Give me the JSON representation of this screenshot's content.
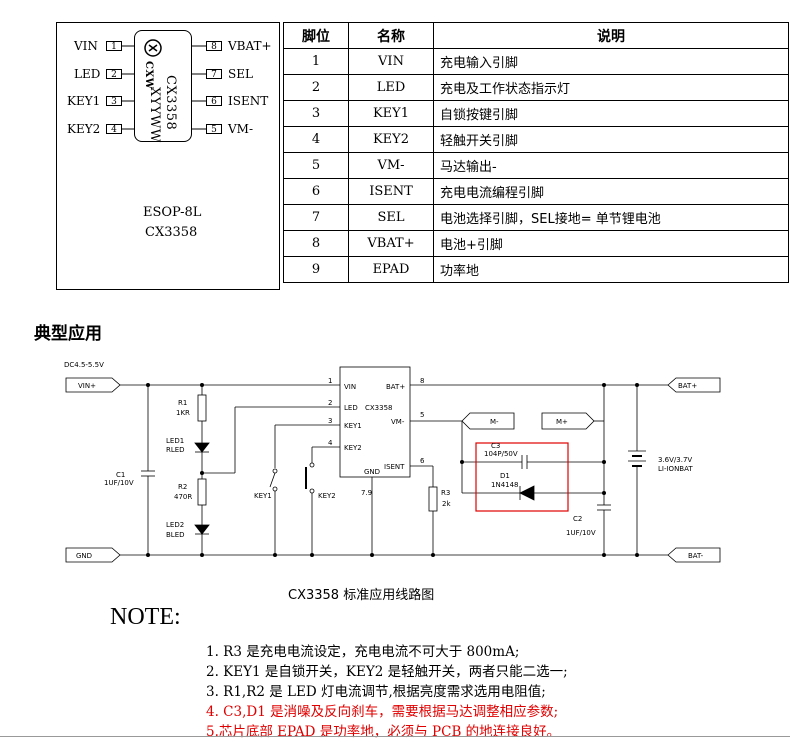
{
  "package": {
    "left_pins": [
      {
        "name": "VIN",
        "num": "1"
      },
      {
        "name": "LED",
        "num": "2"
      },
      {
        "name": "KEY1",
        "num": "3"
      },
      {
        "name": "KEY2",
        "num": "4"
      }
    ],
    "right_pins": [
      {
        "name": "VBAT+",
        "num": "8"
      },
      {
        "name": "SEL",
        "num": "7"
      },
      {
        "name": "ISENT",
        "num": "6"
      },
      {
        "name": "VM-",
        "num": "5"
      }
    ],
    "chip_marking": {
      "logo": "CXW",
      "part": "CX3358",
      "date": "XYYWW"
    },
    "package_name": "ESOP-8L",
    "part_name": "CX3358"
  },
  "table": {
    "headers": [
      "脚位",
      "名称",
      "说明"
    ],
    "rows": [
      {
        "pin": "1",
        "name": "VIN",
        "desc": "充电输入引脚"
      },
      {
        "pin": "2",
        "name": "LED",
        "desc": "充电及工作状态指示灯"
      },
      {
        "pin": "3",
        "name": "KEY1",
        "desc": "自锁按键引脚"
      },
      {
        "pin": "4",
        "name": "KEY2",
        "desc": "轻触开关引脚"
      },
      {
        "pin": "5",
        "name": "VM-",
        "desc": "马达输出-"
      },
      {
        "pin": "6",
        "name": "ISENT",
        "desc": "充电电流编程引脚"
      },
      {
        "pin": "7",
        "name": "SEL",
        "desc": "电池选择引脚，SEL接地= 单节锂电池"
      },
      {
        "pin": "8",
        "name": "VBAT+",
        "desc": "电池+引脚"
      },
      {
        "pin": "9",
        "name": "EPAD",
        "desc": "功率地"
      }
    ]
  },
  "section_title": "典型应用",
  "circuit": {
    "supply": "DC4.5-5.5V",
    "vin_port": "VIN+",
    "gnd_port": "GND",
    "bat_pos": "BAT+",
    "bat_neg": "BAT-",
    "m_minus": "M-",
    "m_plus": "M+",
    "ic_name": "CX3358",
    "ic_pins": {
      "vin": "VIN",
      "led": "LED",
      "key1": "KEY1",
      "key2": "KEY2",
      "gnd": "GND",
      "batp": "BAT+",
      "vm": "VM-",
      "isent": "ISENT"
    },
    "pin_nums": {
      "p1": "1",
      "p2": "2",
      "p3": "3",
      "p4": "4",
      "p8": "8",
      "p5": "5",
      "p6": "6",
      "p79": "7.9"
    },
    "r1": "R1",
    "r1v": "1KR",
    "led1": "LED1",
    "led1c": "RLED",
    "r2": "R2",
    "r2v": "470R",
    "led2": "LED2",
    "led2c": "BLED",
    "c1": "C1",
    "c1v": "1UF/10V",
    "key1": "KEY1",
    "key2": "KEY2",
    "r3": "R3",
    "r3v": "2k",
    "c3": "C3",
    "c3v": "104P/50V",
    "d1": "D1",
    "d1v": "1N4148",
    "c2": "C2",
    "c2v": "1UF/10V",
    "batt": "3.6V/3.7V",
    "batt2": "LI-IONBAT"
  },
  "caption": "CX3358 标准应用线路图",
  "note_title": "NOTE:",
  "notes": [
    "1. R3 是充电电流设定，充电电流不可大于 800mA;",
    "2. KEY1 是自锁开关，KEY2 是轻触开关，两者只能二选一;",
    "3. R1,R2 是 LED 灯电流调节,根据亮度需求选用电阻值;",
    "4. C3,D1 是消噪及反向刹车，需要根据马达调整相应参数;",
    "5.芯片底部 EPAD 是功率地，必须与 PCB 的地连接良好。"
  ],
  "colors": {
    "note_red": "#e00000",
    "highlight_box": "#e00000"
  }
}
